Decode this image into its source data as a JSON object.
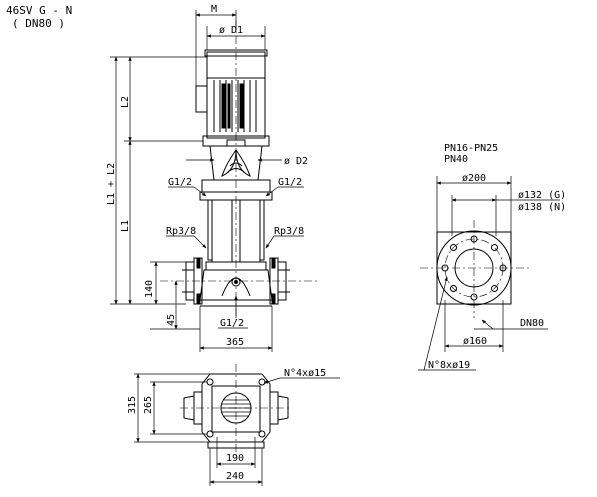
{
  "header": {
    "model": "46SV G - N",
    "size": "( DN80 )"
  },
  "side_view": {
    "dim_m": "M",
    "dim_d1": "ø D1",
    "dim_d2": "ø D2",
    "dim_l2": "L2",
    "dim_l1_l2": "L1 + L2",
    "dim_l1": "L1",
    "port_g_left": "G1/2",
    "port_g_right": "G1/2",
    "port_rp_left": "Rp3/8",
    "port_rp_right": "Rp3/8",
    "port_g_bottom": "G1/2",
    "dim_140": "140",
    "dim_45": "45",
    "dim_365": "365"
  },
  "flange_view": {
    "pressure_1": "PN16-PN25",
    "pressure_2": "PN40",
    "dim_200": "ø200",
    "dim_132": "ø132 (G)",
    "dim_138": "ø138 (N)",
    "dim_160": "ø160",
    "nominal": "DN80",
    "holes": "N°8xø19"
  },
  "top_view": {
    "holes": "N°4xø15",
    "dim_315": "315",
    "dim_265": "265",
    "dim_190": "190",
    "dim_240": "240"
  }
}
